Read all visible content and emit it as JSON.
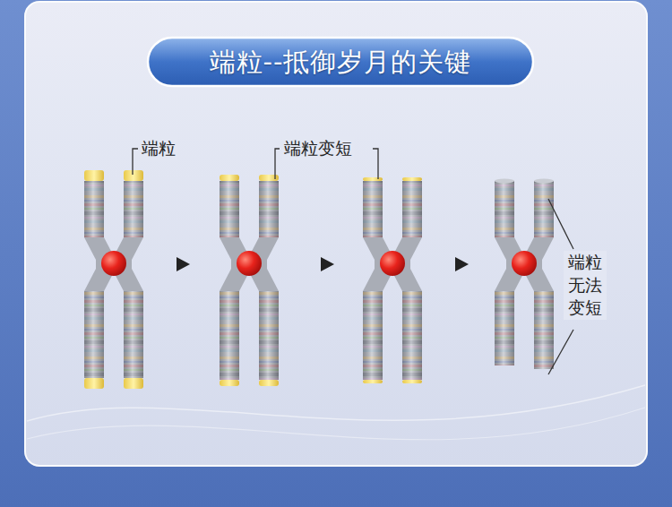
{
  "diagram": {
    "title": "端粒--抵御岁月的关键",
    "labels": [
      "端粒",
      "端粒变短",
      "端粒 无法 变短"
    ]
  }
}
